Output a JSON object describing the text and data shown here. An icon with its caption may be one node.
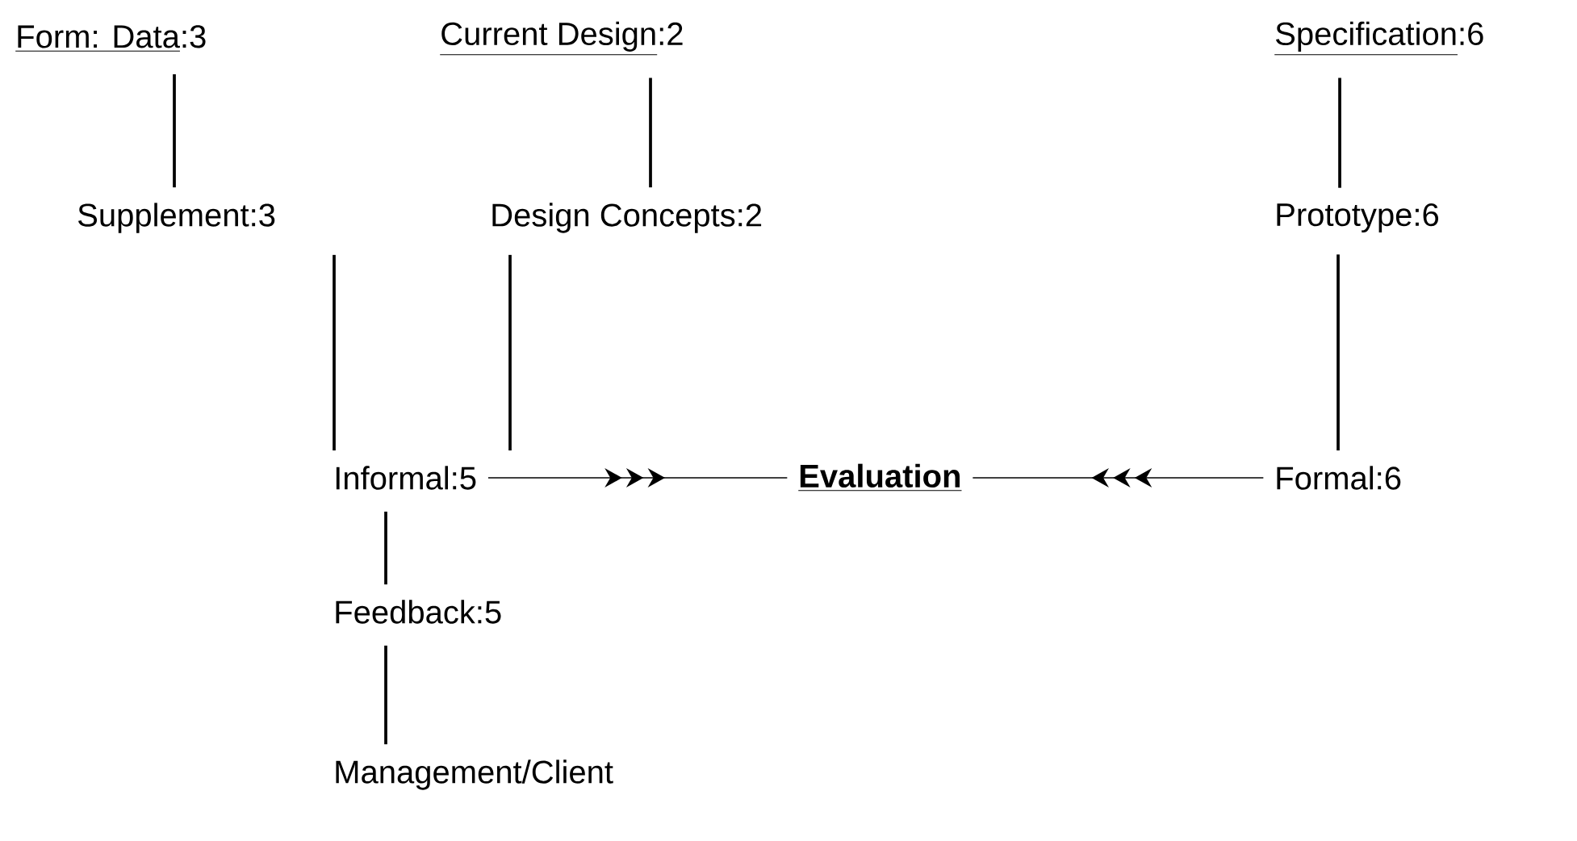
{
  "diagram": {
    "nodes": [
      {
        "text": [
          "Form: Data",
          ":3"
        ]
      },
      {
        "text": [
          "Current Design",
          ":2"
        ]
      },
      {
        "text": [
          "Specification",
          ":6"
        ]
      },
      {
        "text": [
          "Supplement:3"
        ]
      },
      {
        "text": [
          "Design Concepts:2"
        ]
      },
      {
        "text": [
          "Prototype:6"
        ]
      },
      {
        "text": [
          "Informal:5"
        ]
      },
      {
        "text": [
          "Evaluation"
        ]
      },
      {
        "text": [
          "Formal:6"
        ]
      },
      {
        "text": [
          "Feedback:5"
        ]
      },
      {
        "text": [
          "Management/Client"
        ]
      }
    ],
    "edges": [
      {
        "from": 0,
        "to": 3,
        "arrow": "none"
      },
      {
        "from": 1,
        "to": 4,
        "arrow": "none"
      },
      {
        "from": 2,
        "to": 5,
        "arrow": "none"
      },
      {
        "from": 3,
        "to": 6,
        "arrow": "none"
      },
      {
        "from": 4,
        "to": 6,
        "arrow": "none"
      },
      {
        "from": 5,
        "to": 8,
        "arrow": "none"
      },
      {
        "from": 6,
        "to": 7,
        "arrow": "to"
      },
      {
        "from": 8,
        "to": 7,
        "arrow": "to"
      },
      {
        "from": 6,
        "to": 9,
        "arrow": "none"
      },
      {
        "from": 9,
        "to": 10,
        "arrow": "none"
      }
    ]
  }
}
